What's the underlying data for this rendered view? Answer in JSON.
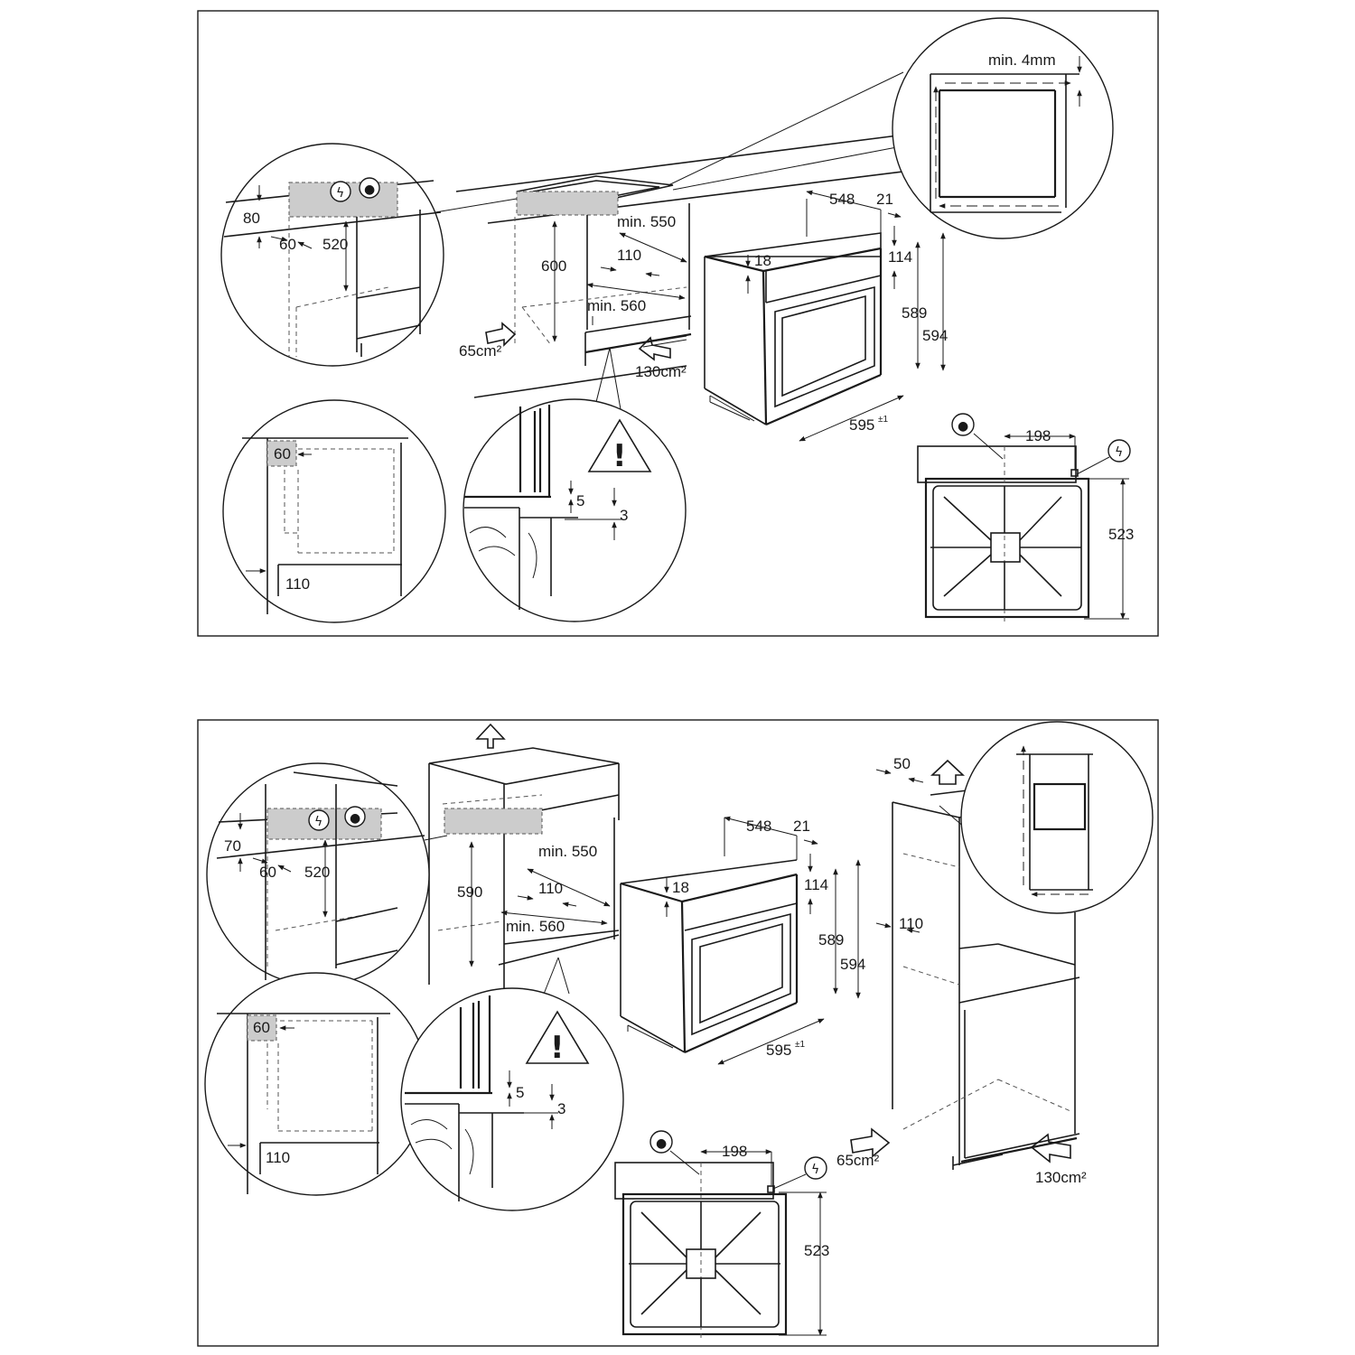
{
  "panel_top": {
    "detail_hob": {
      "d80": "80",
      "d60": "60",
      "d520": "520"
    },
    "cabinet": {
      "d600": "600",
      "min550": "min. 550",
      "d110": "110",
      "min560": "min. 560",
      "vent_front": "65cm²",
      "vent_rear": "130cm²"
    },
    "oven": {
      "d548": "548",
      "d21": "21",
      "d18": "18",
      "d114": "114",
      "d589": "589",
      "d594": "594",
      "d595": "595",
      "tol": "±1"
    },
    "detail_air": {
      "min4mm": "min. 4mm"
    },
    "detail_side": {
      "d60": "60",
      "d110": "110"
    },
    "detail_gap": {
      "d5": "5",
      "d3": "3"
    },
    "back": {
      "d198": "198",
      "d523": "523"
    }
  },
  "panel_bottom": {
    "detail_hob": {
      "d70": "70",
      "d60": "60",
      "d520": "520"
    },
    "cabinet": {
      "d590": "590",
      "min550": "min. 550",
      "d110": "110",
      "min560": "min. 560"
    },
    "oven": {
      "d548": "548",
      "d21": "21",
      "d18": "18",
      "d114": "114",
      "d589": "589",
      "d594": "594",
      "d595": "595",
      "tol": "±1"
    },
    "column": {
      "d50": "50",
      "d110": "110",
      "vent_front": "65cm²",
      "vent_rear": "130cm²"
    },
    "detail_side": {
      "d60": "60",
      "d110": "110"
    },
    "detail_gap": {
      "d5": "5",
      "d3": "3"
    },
    "back": {
      "d198": "198",
      "d523": "523"
    }
  },
  "icons": {
    "electric": "electric-connection-icon",
    "gas": "gas-flame-icon",
    "warning": "warning-triangle-icon",
    "airflow": "airflow-arrow-icon"
  }
}
